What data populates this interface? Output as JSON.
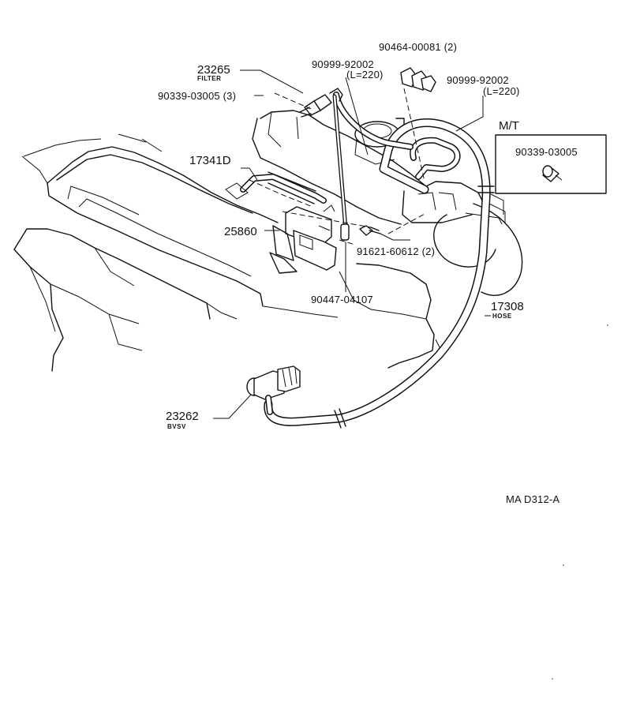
{
  "parts": {
    "p23265": {
      "number": "23265",
      "sub": "FILTER"
    },
    "p90339a": {
      "number": "90339-03005 (3)"
    },
    "p17341D": {
      "number": "17341D"
    },
    "p25860": {
      "number": "25860"
    },
    "p90999a": {
      "number": "90999-92002",
      "note": "(L=220)"
    },
    "p90464": {
      "number": "90464-00081 (2)"
    },
    "p90999b": {
      "number": "90999-92002",
      "note": "(L=220)"
    },
    "p91621": {
      "number": "91621-60612 (2)"
    },
    "p90447": {
      "number": "90447-04107"
    },
    "p17308": {
      "number": "17308",
      "sub": "HOSE"
    },
    "p23262": {
      "number": "23262",
      "sub": "BVSV"
    }
  },
  "inset": {
    "title": "M/T",
    "number": "90339-03005"
  },
  "diagram_code": "MA D312-A"
}
